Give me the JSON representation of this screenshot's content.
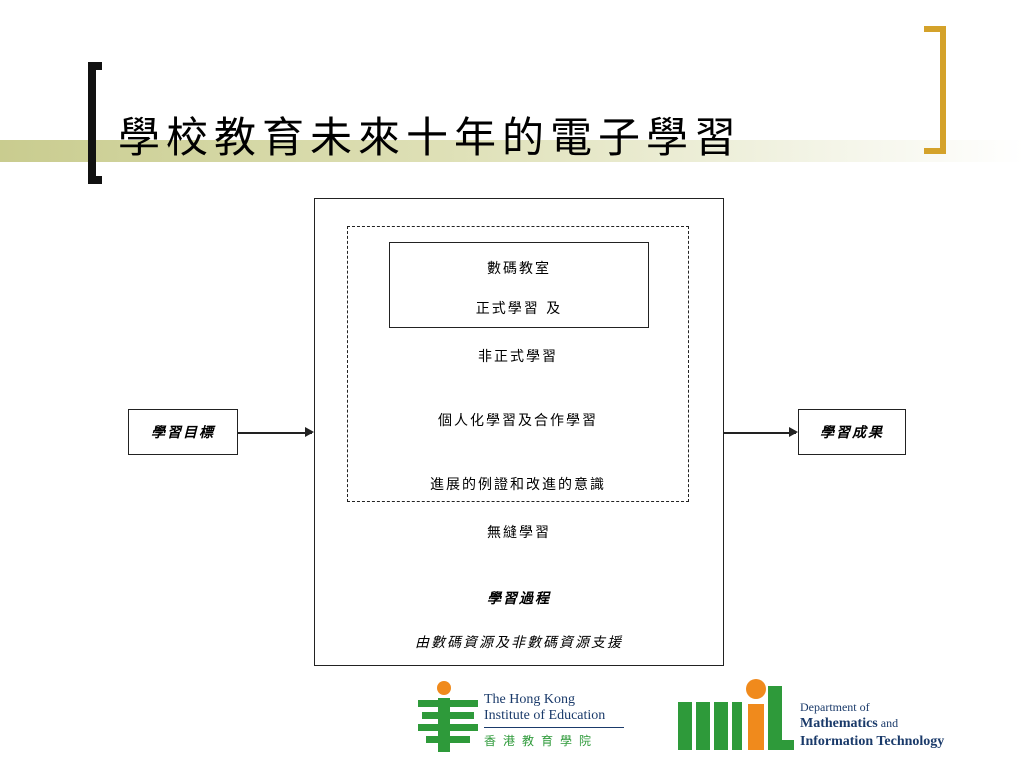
{
  "slide": {
    "title": "學校教育未來十年的電子學習"
  },
  "diagram": {
    "inner_box_line1": "數碼教室",
    "inner_box_line2": "正式學習 及",
    "line_informal": "非正式學習",
    "line_personalized": "個人化學習及合作學習",
    "line_evidence": "進展的例證和改進的意識",
    "line_seamless": "無縫學習",
    "process_title": "學習過程",
    "process_support": "由數碼資源及非數碼資源支援",
    "input_label": "學習目標",
    "output_label": "學習成果"
  },
  "logos": {
    "hkied_line1": "The Hong Kong",
    "hkied_line2": "Institute of Education",
    "hkied_chinese": "香 港 教 育 學 院",
    "mit_line1": "Department of",
    "mit_line2_bold": "Mathematics",
    "mit_line2_rest": " and",
    "mit_line3": "Information Technology"
  },
  "colors": {
    "accent_gold": "#d4a22a",
    "logo_green": "#2e9a3a",
    "logo_orange": "#f08a1c",
    "logo_navy": "#1a3a6a"
  }
}
